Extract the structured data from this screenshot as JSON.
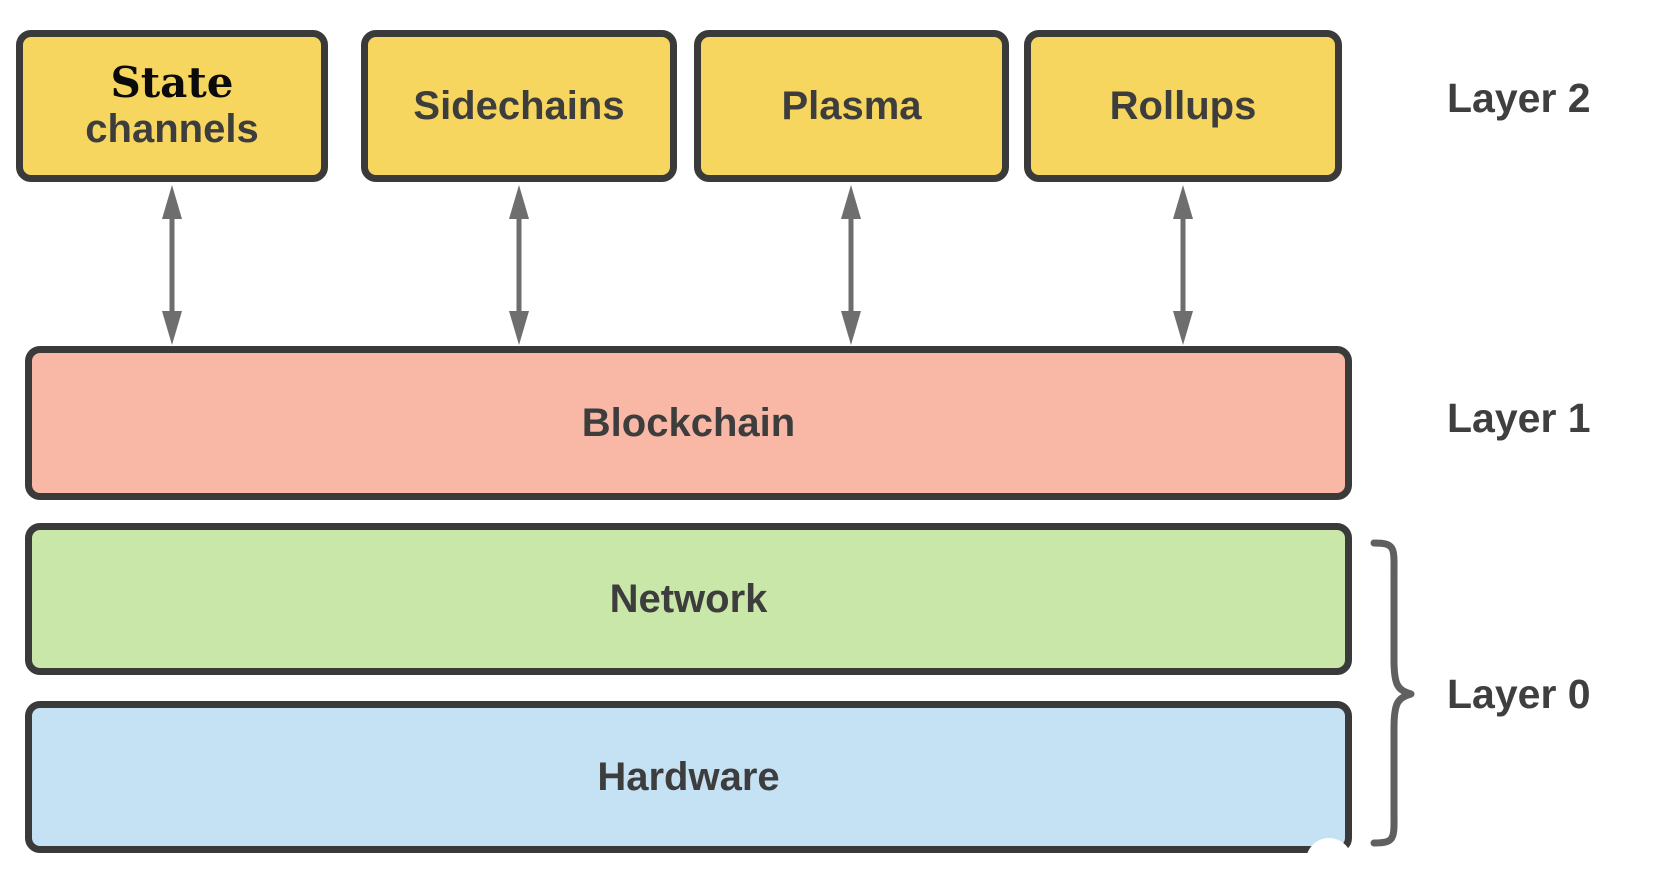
{
  "diagram": {
    "layer2": {
      "label": "Layer 2",
      "boxes": [
        {
          "id": "state-channels",
          "line1": "State",
          "line2": "channels"
        },
        {
          "id": "sidechains",
          "label": "Sidechains"
        },
        {
          "id": "plasma",
          "label": "Plasma"
        },
        {
          "id": "rollups",
          "label": "Rollups"
        }
      ]
    },
    "layer1": {
      "label": "Layer 1",
      "box": "Blockchain"
    },
    "layer0": {
      "label": "Layer 0",
      "boxes": [
        "Network",
        "Hardware"
      ]
    },
    "connectors": {
      "arrow_type": "bidirectional-vertical",
      "arrow_count": 4,
      "brace": "right-curly-brace-grouping-layer0"
    }
  },
  "colors": {
    "yellow": "#f6d65f",
    "pink": "#f9b8a6",
    "green": "#c8e7a8",
    "blue": "#c4e2f4",
    "border": "#3a3a3a",
    "arrow": "#6e6e6e",
    "brace": "#606060"
  }
}
